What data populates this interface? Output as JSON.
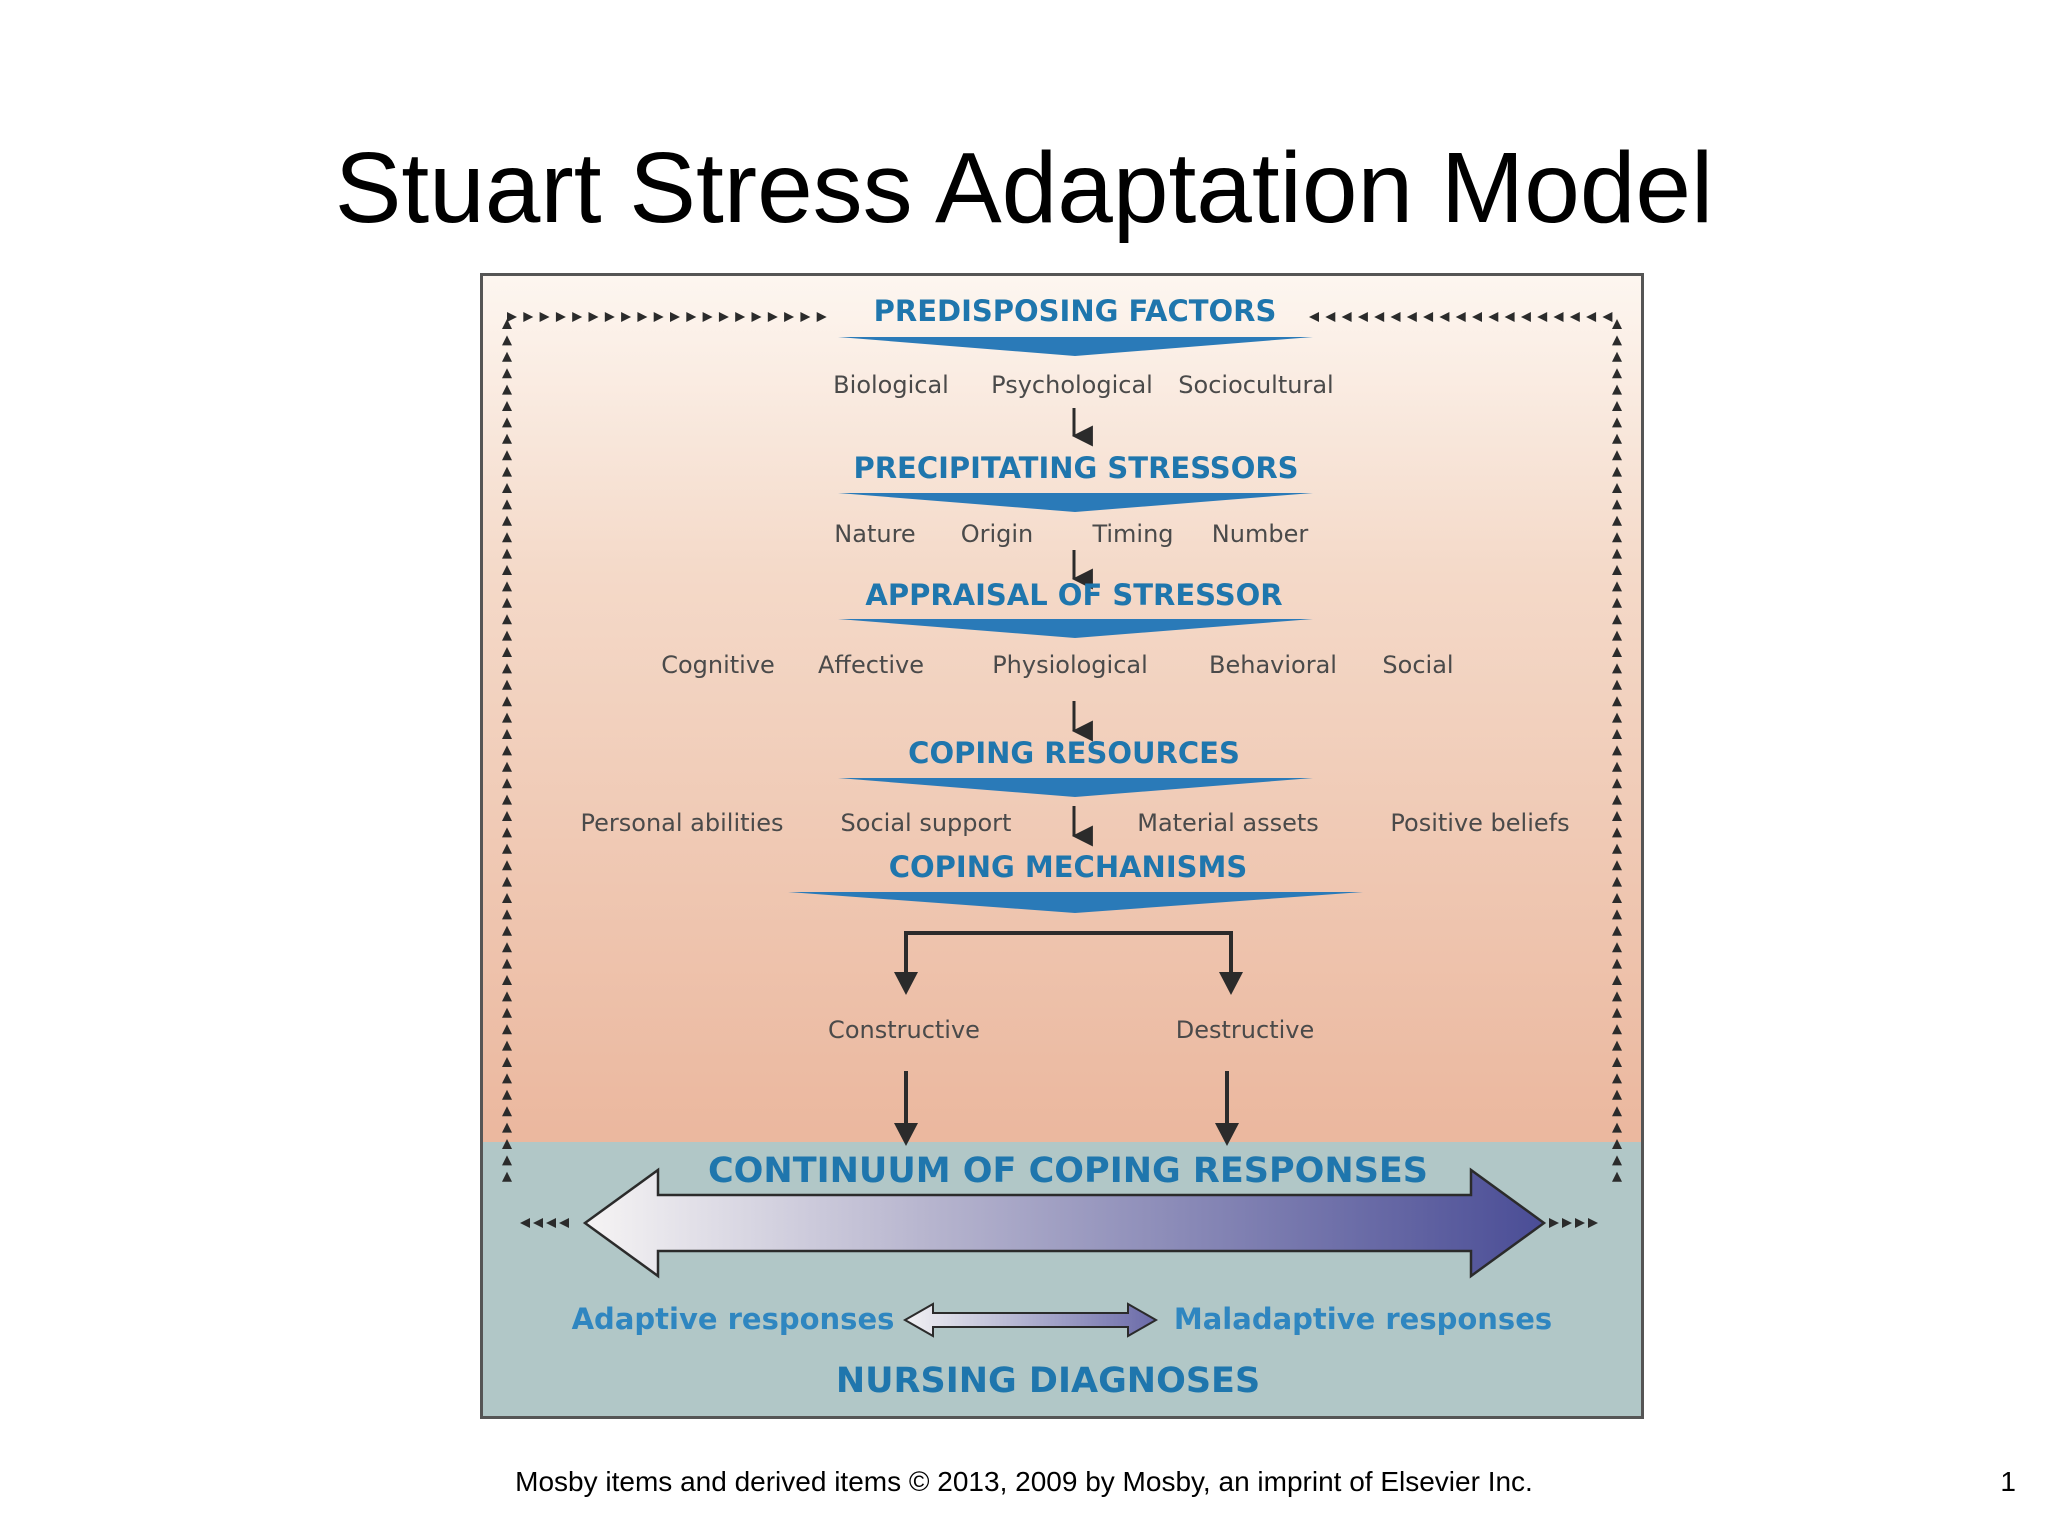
{
  "title": "Stuart Stress Adaptation Model",
  "predisposing": {
    "heading": "PREDISPOSING FACTORS",
    "items": [
      "Biological",
      "Psychological",
      "Sociocultural"
    ]
  },
  "precipitating": {
    "heading": "PRECIPITATING STRESSORS",
    "items": [
      "Nature",
      "Origin",
      "Timing",
      "Number"
    ]
  },
  "appraisal": {
    "heading": "APPRAISAL OF STRESSOR",
    "items": [
      "Cognitive",
      "Affective",
      "Physiological",
      "Behavioral",
      "Social"
    ]
  },
  "resources": {
    "heading": "COPING RESOURCES",
    "items": [
      "Personal abilities",
      "Social support",
      "Material assets",
      "Positive beliefs"
    ]
  },
  "mechanisms": {
    "heading": "COPING MECHANISMS",
    "items": [
      "Constructive",
      "Destructive"
    ]
  },
  "continuum": {
    "heading": "CONTINUUM OF COPING RESPONSES",
    "adaptive": "Adaptive responses",
    "maladaptive": "Maladaptive responses"
  },
  "nursing": "NURSING DIAGNOSES",
  "footer": "Mosby items and derived items © 2013, 2009 by Mosby, an imprint of Elsevier Inc.",
  "page_number": "1",
  "colors": {
    "heading_blue": "#1f76ad",
    "chevron_blue": "#2a7ab8",
    "band": "#b1c7c7",
    "arrow_dark": "#5a5aa0"
  }
}
